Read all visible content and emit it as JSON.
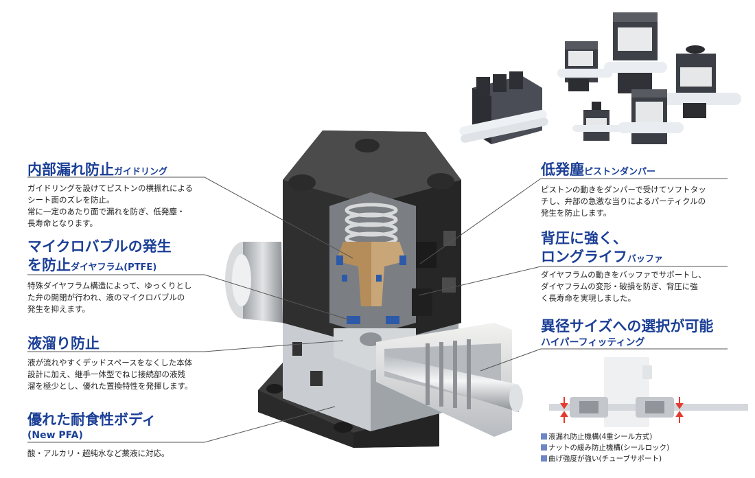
{
  "sections": {
    "left1": {
      "title": "内部漏れ防止",
      "title_small": "ガイドリング",
      "lines": [
        "ガイドリングを設けてピストンの横振れによる",
        "シート面のズレを防止。",
        "常に一定のあたり面で漏れを防ぎ、低発塵・",
        "長寿命となります。"
      ]
    },
    "left2": {
      "title_line1": "マイクロバブルの発生",
      "title_line2": "を防止",
      "title_small": "ダイヤフラム(PTFE)",
      "lines": [
        "特殊ダイヤフラム構造によって、ゆっくりとし",
        "た弁の開閉が行われ、液のマイクロバブルの",
        "発生を抑えます。"
      ]
    },
    "left3": {
      "title": "液溜り防止",
      "lines": [
        "液が流れやすくデッドスペースをなくした本体",
        "設計に加え、継手一体型でねじ接続部の液残",
        "溜を極少とし、優れた置換特性を発揮します。"
      ]
    },
    "left4": {
      "title": "優れた耐食性ボディ",
      "subtitle": "(New PFA)",
      "lines": [
        "酸・アルカリ・超純水など薬液に対応。"
      ]
    },
    "right1": {
      "title": "低発塵",
      "title_small": "ピストンダンパー",
      "lines": [
        "ピストンの動きをダンパーで受けてソフトタッ",
        "チし、弁部の急激な当りによるパーティクルの",
        "発生を防止します。"
      ]
    },
    "right2": {
      "title_line1": "背圧に強く、",
      "title_line2": "ロングライフ",
      "title_small": "バッファ",
      "lines": [
        "ダイヤフラムの動きをバッファでサポートし、",
        "ダイヤフラムの変形・破損を防ぎ、背圧に強",
        "く長寿命を実現しました。"
      ]
    },
    "right3": {
      "title": "異径サイズへの選択が可能",
      "subtitle": "ハイパーフィッティング",
      "bullets": [
        "液漏れ防止機構(4重シール方式)",
        "ナットの緩み防止機構(シールロック)",
        "曲げ強度が強い(チューブサポート)"
      ]
    }
  },
  "colors": {
    "heading": "#1b3f96",
    "bullet": "#6f86c6",
    "body_dark": "#333333",
    "body_mid": "#5a5a5a",
    "pfa": "#cfd3d6",
    "brass": "#c9a677"
  }
}
